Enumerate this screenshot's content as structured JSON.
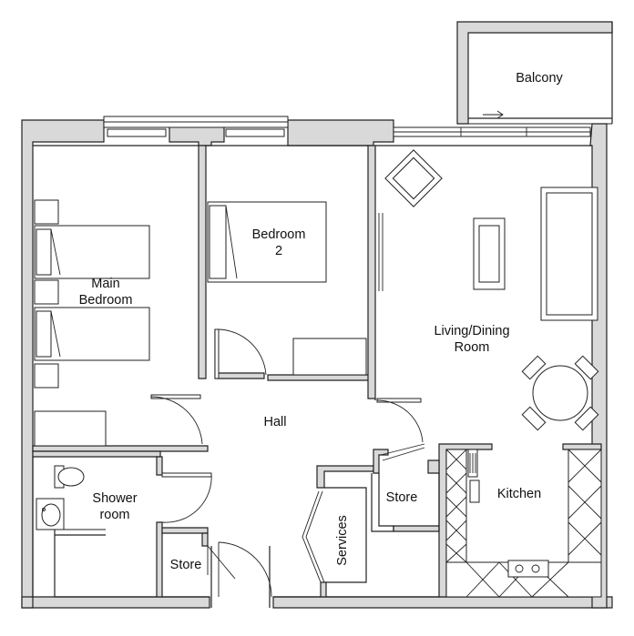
{
  "rooms": {
    "balcony": {
      "label": "Balcony"
    },
    "main_bedroom": {
      "label_line1": "Main",
      "label_line2": "Bedroom"
    },
    "bedroom_2": {
      "label_line1": "Bedroom",
      "label_line2": "2"
    },
    "living_dining": {
      "label_line1": "Living/Dining",
      "label_line2": "Room"
    },
    "hall": {
      "label": "Hall"
    },
    "shower_room": {
      "label_line1": "Shower",
      "label_line2": "room"
    },
    "store_small": {
      "label": "Store"
    },
    "store_hall": {
      "label": "Store"
    },
    "services": {
      "label": "Services"
    },
    "kitchen": {
      "label": "Kitchen"
    }
  },
  "colors": {
    "wall_fill": "#d9d9d9",
    "line": "#222222",
    "background": "#ffffff"
  }
}
